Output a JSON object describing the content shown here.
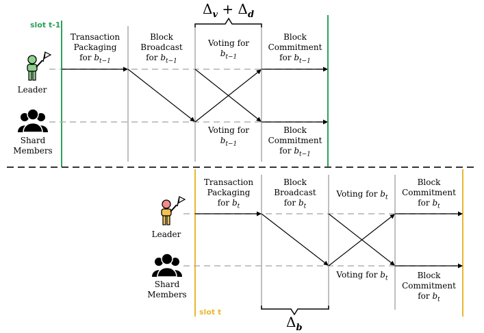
{
  "slots": {
    "prev": {
      "label": "slot t-1",
      "color": "#2ca05a"
    },
    "curr": {
      "label": "slot t",
      "color": "#e8b830"
    }
  },
  "roles": {
    "leader": "Leader",
    "members_line1": "Shard",
    "members_line2": "Members"
  },
  "top_phases": {
    "tx_1": "Transaction",
    "tx_2": "Packaging",
    "tx_3_prefix": "for ",
    "tx_var": "b",
    "tx_sub": "t−1",
    "bb_1": "Block",
    "bb_2": "Broadcast",
    "bb_3_prefix": "for ",
    "bb_var": "b",
    "bb_sub": "t−1",
    "vote_1": "Voting for",
    "vote_var": "b",
    "vote_sub": "t−1",
    "bc_1": "Block",
    "bc_2": "Commitment",
    "bc_3_prefix": "for ",
    "bc_var": "b",
    "bc_sub": "t−1"
  },
  "bottom_phases": {
    "tx_1": "Transaction",
    "tx_2": "Packaging",
    "tx_3_prefix": "for ",
    "tx_var": "b",
    "tx_sub": "t",
    "bb_1": "Block",
    "bb_2": "Broadcast",
    "bb_3_prefix": "for ",
    "bb_var": "b",
    "bb_sub": "t",
    "vote_prefix": "Voting for ",
    "vote_var": "b",
    "vote_sub": "t",
    "bc_1": "Block",
    "bc_2": "Commitment",
    "bc_3_prefix": "for ",
    "bc_var": "b",
    "bc_sub": "t"
  },
  "braces": {
    "top_delta1": "Δ",
    "top_sub1": "v",
    "top_plus": " + ",
    "top_delta2": "Δ",
    "top_sub2": "d",
    "bottom_delta": "Δ",
    "bottom_sub": "b"
  },
  "colors": {
    "leader_prev": "#8fd18f",
    "leader_curr": "#f2c14e",
    "leader_head_curr": "#f28b8b",
    "flag": "#eeeeee"
  }
}
